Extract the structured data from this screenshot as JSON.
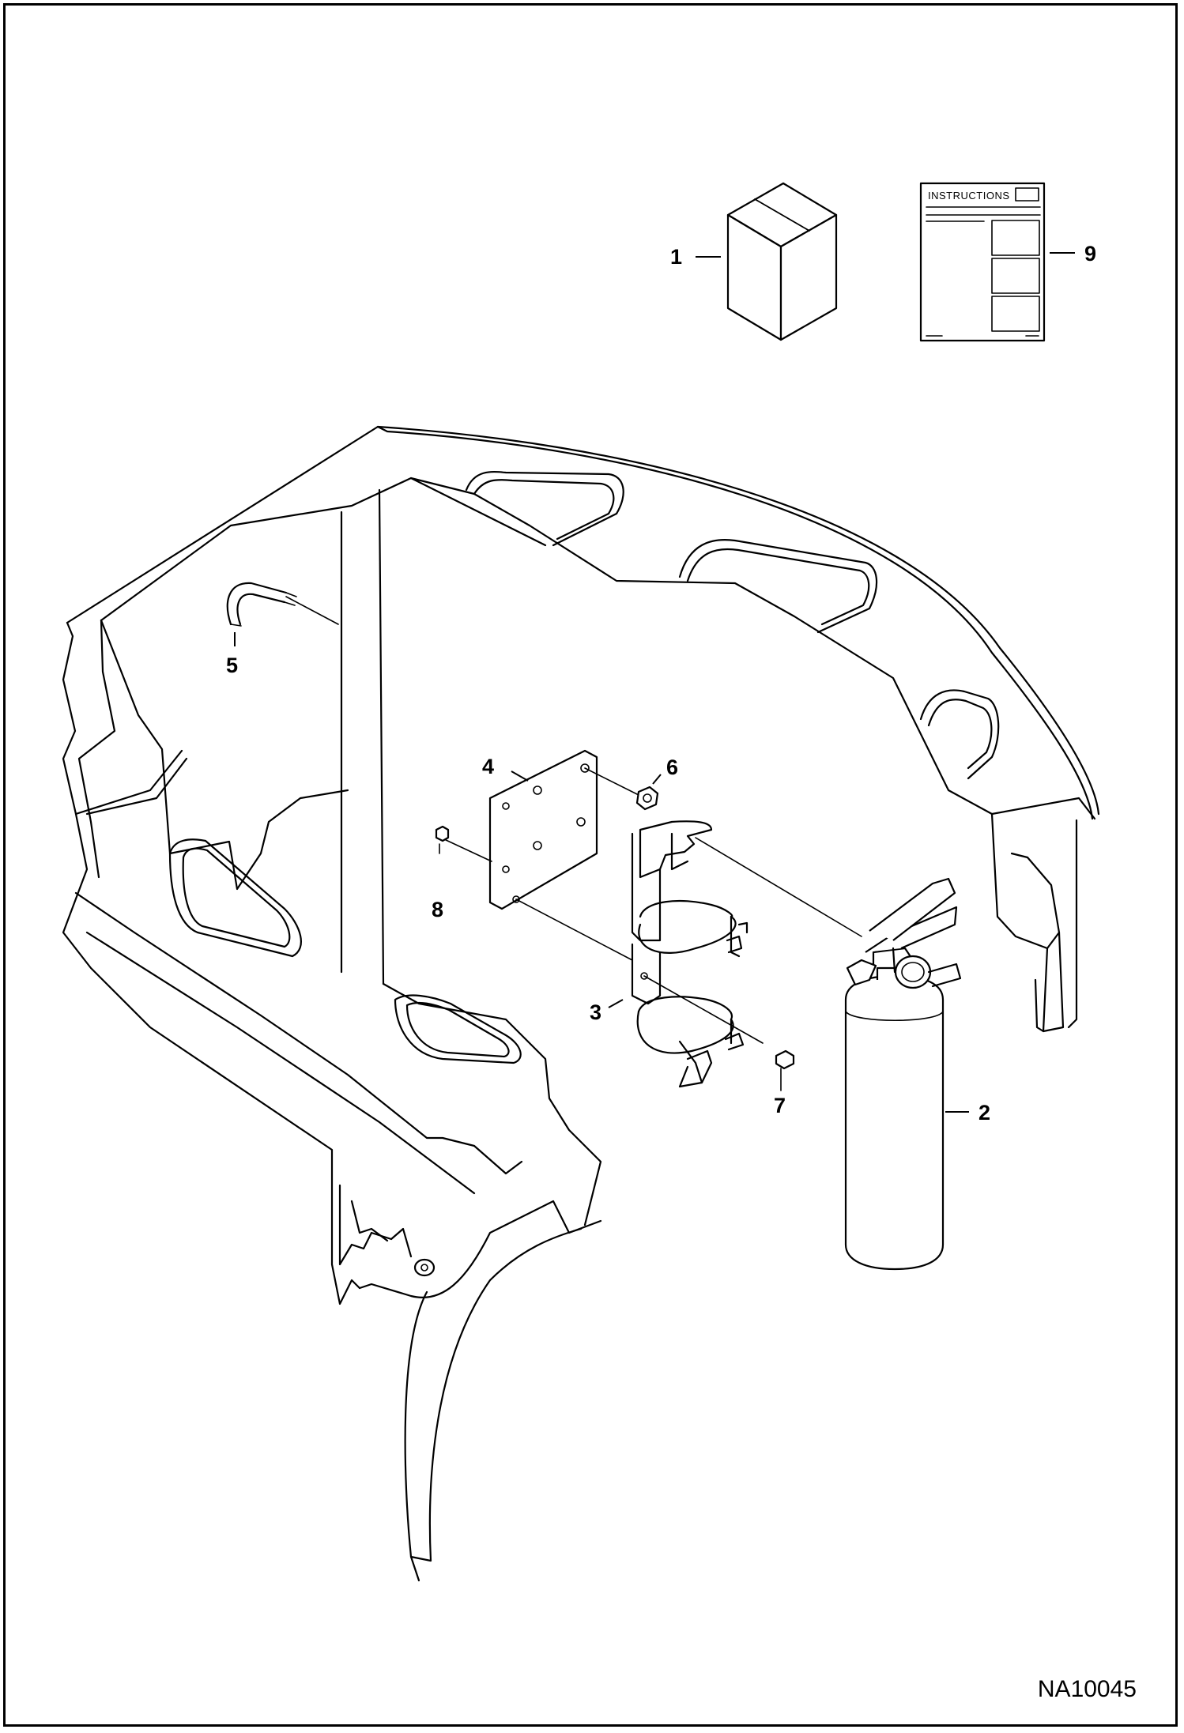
{
  "drawing_id": "NA10045",
  "manual_label": "INSTRUCTIONS",
  "callouts": {
    "c1": "1",
    "c2": "2",
    "c3": "3",
    "c4": "4",
    "c5": "5",
    "c6": "6",
    "c7": "7",
    "c8": "8",
    "c9": "9"
  },
  "colors": {
    "line": "#000000",
    "background": "#ffffff"
  }
}
